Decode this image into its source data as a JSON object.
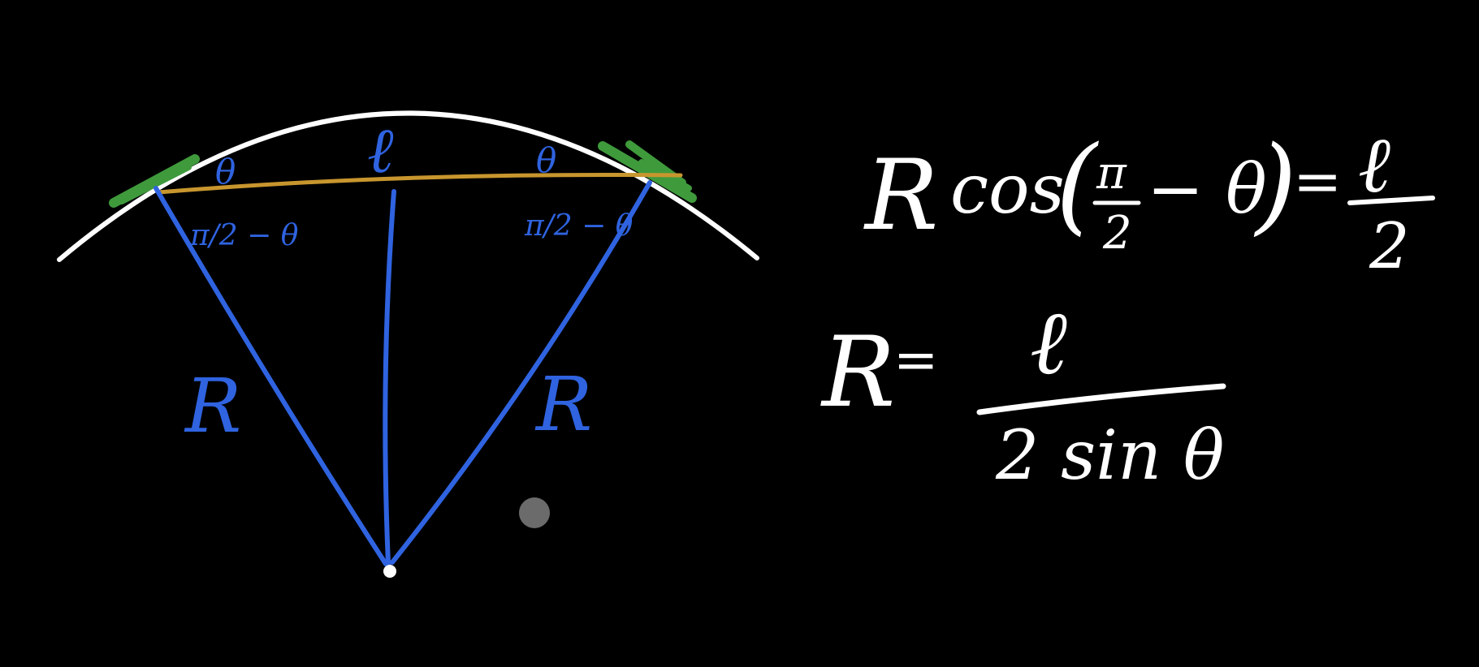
{
  "colors": {
    "background": "#000000",
    "arc": "#ffffff",
    "radius_lines": "#2f63e0",
    "chord": "#c8962e",
    "tangent_marks": "#3f9a3c",
    "equations": "#ffffff",
    "pointer_dot": "#6b6b6b"
  },
  "diagram": {
    "chord_label": "ℓ",
    "left_angle_label": "θ",
    "right_angle_label": "θ",
    "left_complement_label": "π/2 − θ",
    "right_complement_label": "π/2 − θ",
    "left_radius_label": "R",
    "right_radius_label": "R"
  },
  "equations": {
    "eq1": {
      "lhs_var": "R",
      "func": "cos",
      "arg_open": "(",
      "pi_num": "π",
      "pi_den": "2",
      "arg_minus_theta": "− θ",
      "arg_close": ")",
      "equals": "=",
      "rhs_num": "ℓ",
      "rhs_den": "2"
    },
    "eq2": {
      "lhs_var": "R",
      "equals": "=",
      "numerator": "ℓ",
      "denominator": "2 sin θ"
    }
  }
}
